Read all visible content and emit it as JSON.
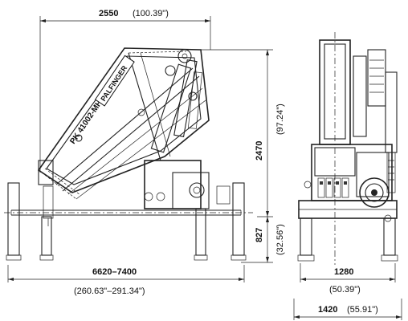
{
  "drawing": {
    "model_label": "PK 41002-MH",
    "brand_label": "PALFINGER",
    "dimensions": {
      "top_width": {
        "metric": "2550",
        "imperial": "(100.39\")"
      },
      "height_total": {
        "metric": "2470",
        "imperial": "(97.24\")"
      },
      "height_lower": {
        "metric": "827",
        "imperial": "(32.56\")"
      },
      "span_length": {
        "metric": "6620–7400",
        "imperial": "(260.63\"–291.34\")"
      },
      "rear_width": {
        "metric": "1280",
        "imperial": "(50.39\")"
      },
      "rear_width_total": {
        "metric": "1420",
        "imperial": "(55.91\")"
      }
    }
  }
}
